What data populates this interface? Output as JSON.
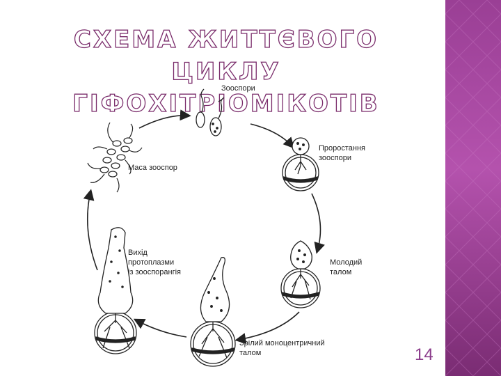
{
  "title": {
    "line1": "СХЕМА ЖИТТЄВОГО ЦИКЛУ",
    "line2": "ГІФОХІТРІОМІКОТІВ"
  },
  "labels": {
    "zoospores": "Зооспори",
    "germination_1": "Проростання",
    "germination_2": "зооспори",
    "young_1": "Молодий",
    "young_2": "талом",
    "mature_1": "Зрілий моноцентричний",
    "mature_2": "талом",
    "exit_1": "Вихід",
    "exit_2": "протоплазми",
    "exit_3": "із зооспорангія",
    "mass": "Маса зооспор"
  },
  "page_number": "14",
  "colors": {
    "title_outline": "#7a2c6b",
    "side_panel_top": "#b04fa9",
    "side_panel_bottom": "#5a1e55",
    "page_number": "#8a3b8a",
    "ink": "#222222"
  }
}
